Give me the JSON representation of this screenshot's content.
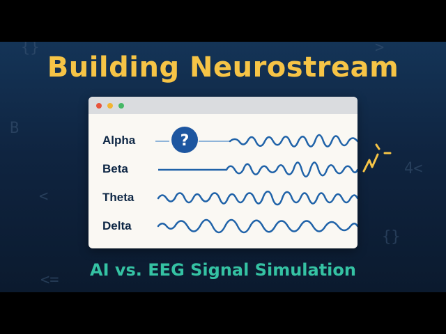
{
  "title": "Building Neurostream",
  "subtitle": "AI vs. EEG Signal Simulation",
  "window": {
    "rows": [
      {
        "label": "Alpha"
      },
      {
        "label": "Beta"
      },
      {
        "label": "Theta"
      },
      {
        "label": "Delta"
      }
    ],
    "help_badge": "?"
  },
  "decorations": {
    "top_left": "{}",
    "top_right": ">",
    "left_letter": "B",
    "left_arrow": "<",
    "bottom_left": "<=",
    "right_bracket": "4<",
    "bottom_right": "{}"
  },
  "colors": {
    "title": "#f6c446",
    "subtitle": "#35c2a3",
    "wave": "#1f62a8",
    "accent": "#f6c446"
  },
  "icons": [
    "window-close-dot",
    "window-minimize-dot",
    "window-maximize-dot",
    "question-mark-icon",
    "sparkle-icon"
  ]
}
